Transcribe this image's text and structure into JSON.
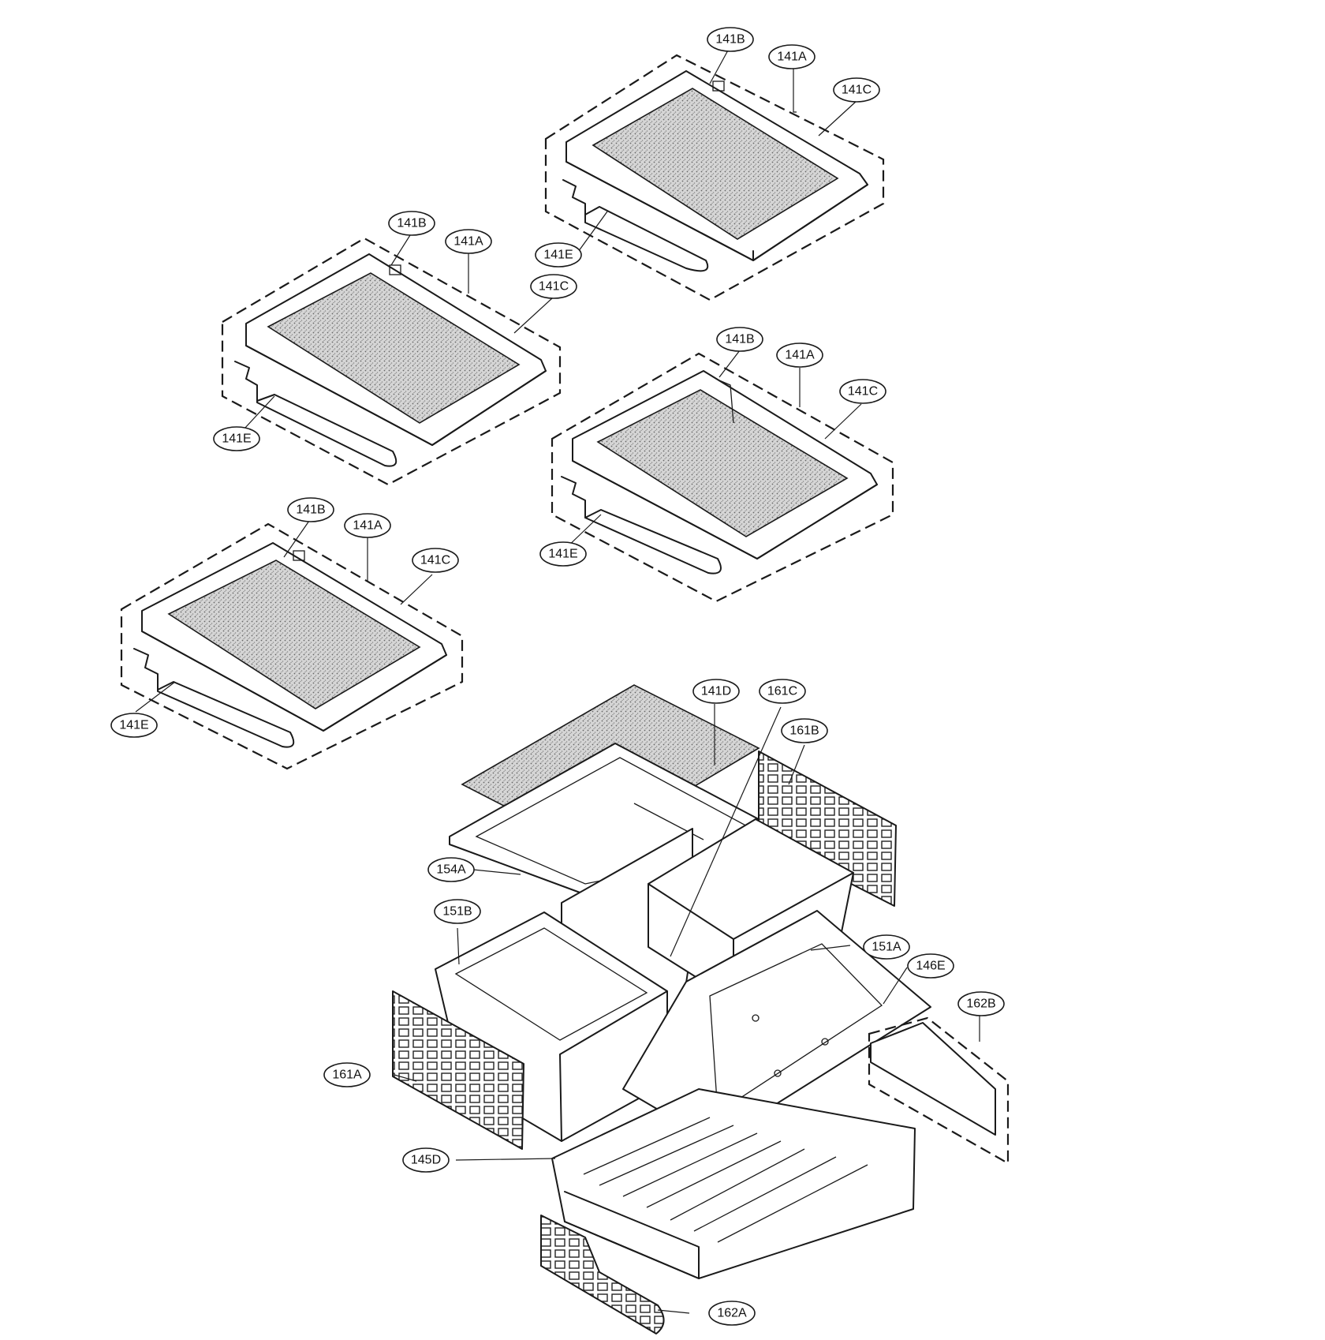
{
  "labels": {
    "s1_141B": "141B",
    "s1_141A": "141A",
    "s1_141C": "141C",
    "s1_141E": "141E",
    "s2_141B": "141B",
    "s2_141A": "141A",
    "s2_141C": "141C",
    "s2_141E": "141E",
    "s3_141B": "141B",
    "s3_141A": "141A",
    "s3_141C": "141C",
    "s3_141E": "141E",
    "s4_141B": "141B",
    "s4_141A": "141A",
    "s4_141C": "141C",
    "s4_141E": "141E",
    "p141D": "141D",
    "p161C": "161C",
    "p161B": "161B",
    "p154A": "154A",
    "p151B": "151B",
    "p151A": "151A",
    "p146E": "146E",
    "p162B": "162B",
    "p161A": "161A",
    "p145D": "145D",
    "p162A": "162A"
  }
}
